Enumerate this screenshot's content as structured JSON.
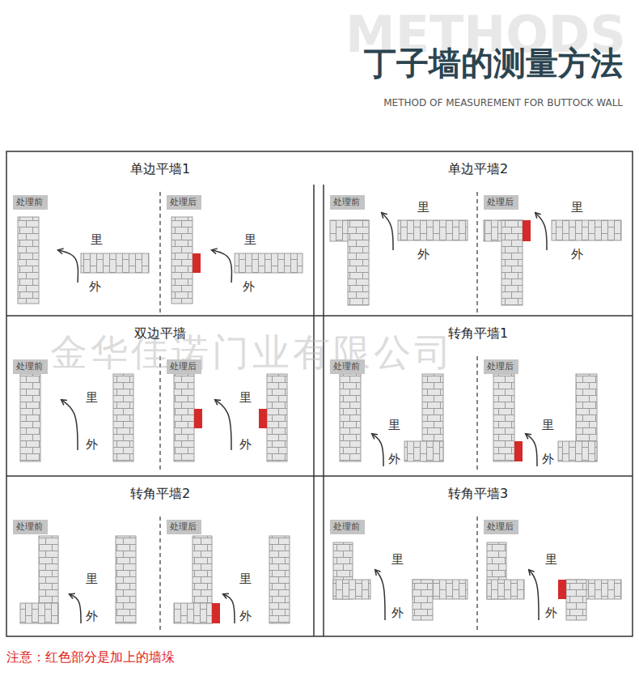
{
  "diagram": {
    "title": "丁子墙的测量方法",
    "nodes": [
      {
        "text": [
          "单边平墙1"
        ]
      },
      {
        "text": [
          "处理前"
        ],
        "in": 0
      },
      {
        "text": [
          "处理后"
        ],
        "in": 0
      },
      {
        "text": [
          "单边平墙2"
        ]
      },
      {
        "text": [
          "处理前"
        ],
        "in": 3
      },
      {
        "text": [
          "处理后"
        ],
        "in": 3
      },
      {
        "text": [
          "双边平墙"
        ]
      },
      {
        "text": [
          "处理前"
        ],
        "in": 6
      },
      {
        "text": [
          "处理后"
        ],
        "in": 6
      },
      {
        "text": [
          "转角平墙1"
        ]
      },
      {
        "text": [
          "处理前"
        ],
        "in": 9
      },
      {
        "text": [
          "处理后"
        ],
        "in": 9
      },
      {
        "text": [
          "转角平墙2"
        ]
      },
      {
        "text": [
          "处理前"
        ],
        "in": 12
      },
      {
        "text": [
          "处理后"
        ],
        "in": 12
      },
      {
        "text": [
          "转角平墙3"
        ]
      },
      {
        "text": [
          "处理前"
        ],
        "in": 15
      },
      {
        "text": [
          "处理后"
        ],
        "in": 15
      }
    ],
    "labels": [
      "METHODS",
      "METHOD OF MEASUREMENT FOR BUTTOCK WALL",
      "里",
      "外",
      "里",
      "外",
      "里",
      "外",
      "里",
      "外",
      "里",
      "外",
      "里",
      "外",
      "里",
      "外",
      "里",
      "外",
      "里",
      "外",
      "里",
      "外",
      "里",
      "外",
      "里",
      "外",
      "金华佳诺门业有限公司",
      "注意：红色部分是加上的墙垛"
    ]
  }
}
